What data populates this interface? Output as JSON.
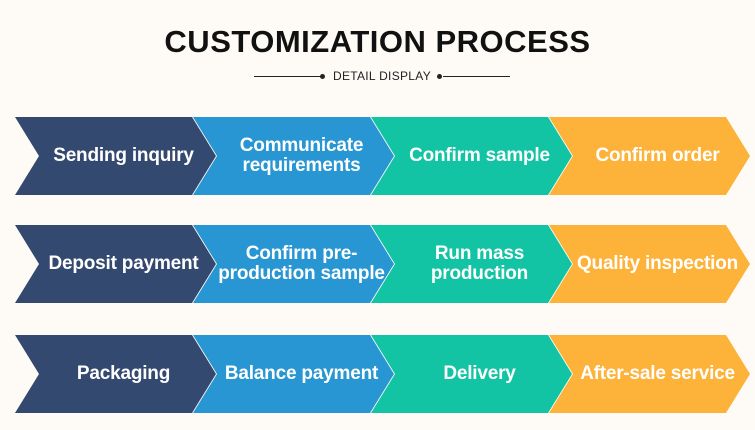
{
  "title": "CUSTOMIZATION PROCESS",
  "subtitle": "DETAIL DISPLAY",
  "colors": {
    "navy": "#34496f",
    "blue": "#2796d3",
    "teal": "#12c4a3",
    "orange": "#fdb23a"
  },
  "rows": [
    {
      "steps": [
        {
          "label": "Sending inquiry",
          "color": "navy"
        },
        {
          "label": "Communicate requirements",
          "color": "blue"
        },
        {
          "label": "Confirm sample",
          "color": "teal"
        },
        {
          "label": "Confirm order",
          "color": "orange"
        }
      ]
    },
    {
      "steps": [
        {
          "label": "Deposit payment",
          "color": "navy"
        },
        {
          "label": "Confirm pre-production sample",
          "color": "blue"
        },
        {
          "label": "Run mass production",
          "color": "teal"
        },
        {
          "label": "Quality inspection",
          "color": "orange"
        }
      ]
    },
    {
      "steps": [
        {
          "label": "Packaging",
          "color": "navy"
        },
        {
          "label": "Balance payment",
          "color": "blue"
        },
        {
          "label": "Delivery",
          "color": "teal"
        },
        {
          "label": "After-sale service",
          "color": "orange"
        }
      ]
    }
  ]
}
